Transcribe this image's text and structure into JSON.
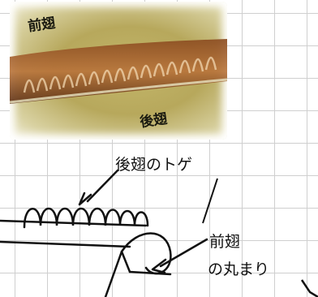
{
  "photo": {
    "label_forewing": "前翅",
    "label_hindwing": "後翅"
  },
  "diagram": {
    "label_spines": "後翅のトゲ",
    "label_fore_curl_line1": "前翅",
    "label_fore_curl_line2": "の丸まり"
  }
}
